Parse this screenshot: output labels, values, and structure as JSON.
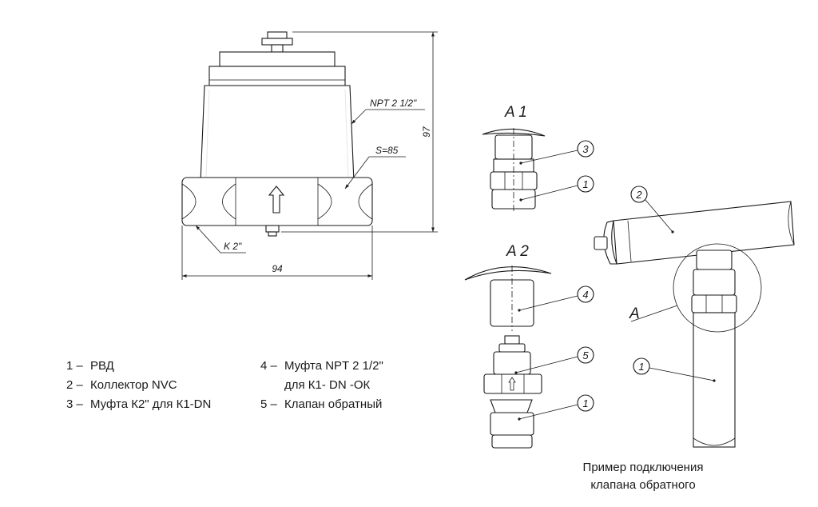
{
  "drawing": {
    "dims": {
      "thread_npt": "NPT 2 1/2\"",
      "wrench_size": "S=85",
      "height": "97",
      "width": "94",
      "thread_k": "K 2\""
    },
    "views": {
      "a1": "A 1",
      "a2": "A 2",
      "a": "A"
    },
    "callouts": {
      "n1": "1",
      "n2": "2",
      "n3": "3",
      "n4": "4",
      "n5": "5"
    }
  },
  "legend": {
    "col1": [
      {
        "num": "1 –",
        "text": "РВД"
      },
      {
        "num": "2 –",
        "text": "Коллектор NVC"
      },
      {
        "num": "3 –",
        "text": "Муфта К2\" для К1-DN"
      }
    ],
    "col2": [
      {
        "num": "4 –",
        "text": "Муфта NPT 2 1/2\""
      },
      {
        "num": "",
        "text": "для К1- DN -ОК"
      },
      {
        "num": "5 –",
        "text": "Клапан обратный"
      }
    ]
  },
  "caption": {
    "line1": "Пример подключения",
    "line2": "клапана обратного"
  }
}
